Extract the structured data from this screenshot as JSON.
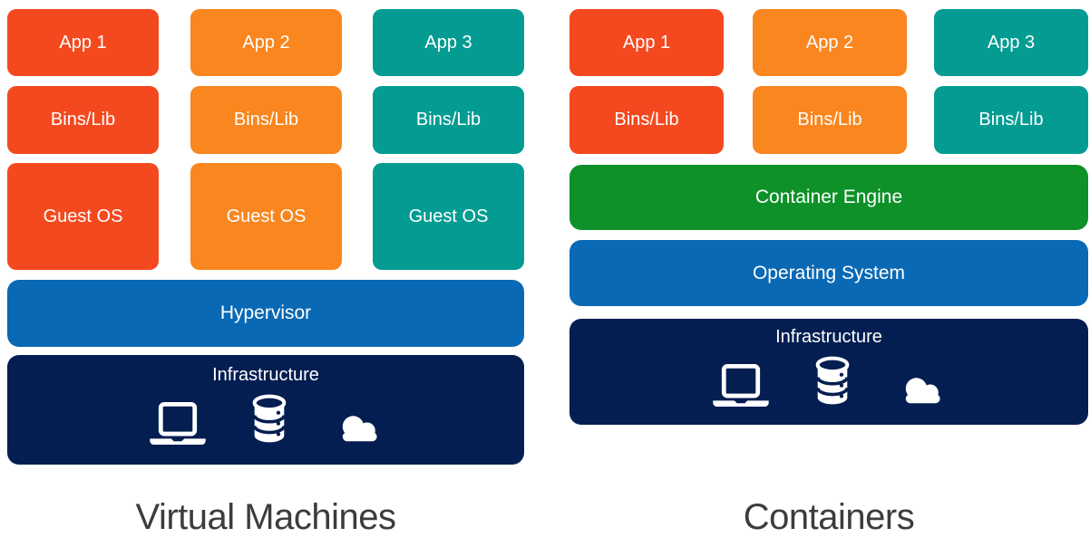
{
  "diagram": {
    "background": "#FFFFFF",
    "label_text_color": "#FFFFFF",
    "title_text_color": "#3C3C3C"
  },
  "vm": {
    "title": "Virtual Machines",
    "columns": [
      {
        "app_label": "App 1",
        "bins_label": "Bins/Lib",
        "guest_os_label": "Guest OS",
        "color": "#F4491F"
      },
      {
        "app_label": "App 2",
        "bins_label": "Bins/Lib",
        "guest_os_label": "Guest OS",
        "color": "#F9861E"
      },
      {
        "app_label": "App 3",
        "bins_label": "Bins/Lib",
        "guest_os_label": "Guest OS",
        "color": "#049C92"
      }
    ],
    "hypervisor": {
      "label": "Hypervisor",
      "color": "#0A69B4"
    },
    "infrastructure": {
      "label": "Infrastructure",
      "color": "#041E51",
      "icons": [
        "laptop-icon",
        "database-icon",
        "cloud-icon"
      ]
    }
  },
  "containers": {
    "title": "Containers",
    "columns": [
      {
        "app_label": "App 1",
        "bins_label": "Bins/Lib",
        "color": "#F4491F"
      },
      {
        "app_label": "App 2",
        "bins_label": "Bins/Lib",
        "color": "#F9861E"
      },
      {
        "app_label": "App 3",
        "bins_label": "Bins/Lib",
        "color": "#049C92"
      }
    ],
    "container_engine": {
      "label": "Container Engine",
      "color": "#0D9128"
    },
    "operating_system": {
      "label": "Operating System",
      "color": "#0A69B4"
    },
    "infrastructure": {
      "label": "Infrastructure",
      "color": "#041E51",
      "icons": [
        "laptop-icon",
        "database-icon",
        "cloud-icon"
      ]
    }
  }
}
